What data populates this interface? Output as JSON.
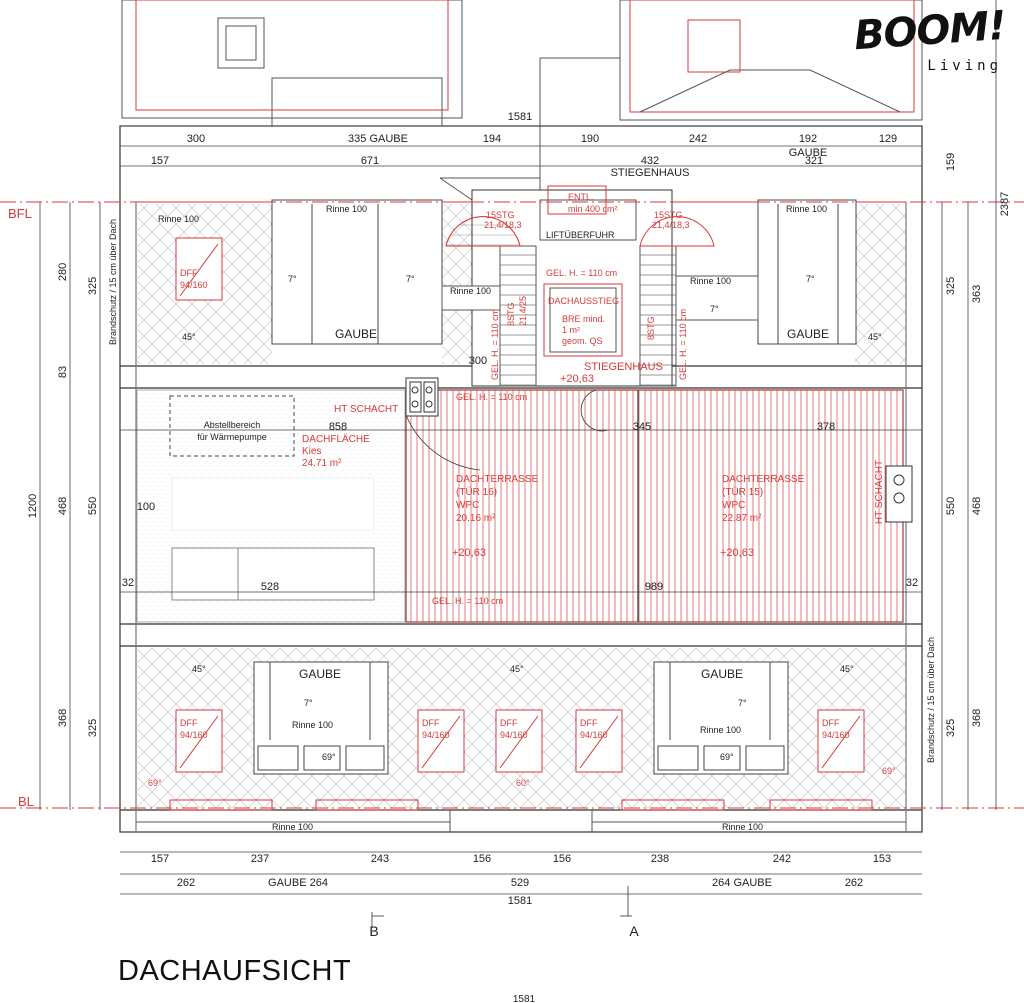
{
  "logo": {
    "main": "BOOM!",
    "sub": "Living"
  },
  "drawing_title": "DACHAUFSICHT",
  "top_cut_label": "1581",
  "dims": {
    "top_total": "1581",
    "top_row1": [
      "300",
      "335 GAUBE",
      "194",
      "190",
      "242",
      "192",
      "129"
    ],
    "top_row2": [
      "157",
      "671",
      "432",
      "GAUBE",
      "321"
    ],
    "bottom_row1": [
      "157",
      "237",
      "243",
      "156",
      "156",
      "238",
      "242",
      "153"
    ],
    "bottom_row2": [
      "262",
      "GAUBE 264",
      "529",
      "264 GAUBE",
      "262"
    ],
    "bottom_total": "1581",
    "left_outer": [
      "280",
      "83",
      "1200",
      "368"
    ],
    "left_inner": [
      "325",
      "468",
      "550",
      "325"
    ],
    "right_inner": [
      "325",
      "550",
      "325"
    ],
    "right_outer": [
      "363",
      "468",
      "368"
    ],
    "right_top": [
      "159",
      "2387"
    ],
    "mid_h": [
      "858",
      "345",
      "378",
      "528",
      "989",
      "100",
      "32",
      "32",
      "300"
    ]
  },
  "levels": {
    "upper": "BFL",
    "lower": "BL"
  },
  "sections": {
    "b": "B",
    "a": "A"
  },
  "vertical_notes": {
    "fire": "Brandschutz / 15 cm über Dach",
    "shaft": "HT SCHACHT"
  },
  "labels": {
    "stiegenhaus": "STIEGENHAUS",
    "entl": "ENTL.",
    "entl2": "min 400 cm²",
    "lift": "LIFTÜBERFUHR",
    "gel": "GEL. H. = 110 cm",
    "dachausstieg": "DACHAUSSTIEG",
    "bre1": "BRE mind.",
    "bre2": "1 m²",
    "bre3": "geom. QS",
    "stieg_right": "STIEGENHAUS",
    "level_20": "+20,63",
    "ht_schacht": "HT SCHACHT",
    "rinne": "Rinne 100",
    "gaube": "GAUBE",
    "dff": "DFF",
    "dff2": "94/160",
    "stg_left": "15STG",
    "stg_left2": "21,4/18,3",
    "stg_right": "15STG",
    "stg_right2": "21,4/18,3",
    "stg_mid": "8STG",
    "stg_mid2": "21,4/25",
    "abstell1": "Abstellbereich",
    "abstell2": "für Wärmepumpe",
    "dachflaeche": "DACHFLÄCHE",
    "kies": "Kies",
    "kies_area": "24.71 m²",
    "terrace_left": [
      "DACHTERRASSE",
      "(TÜR 16)",
      "WPC",
      "20.16 m²"
    ],
    "terrace_right": [
      "DACHTERRASSE",
      "(TÜR 15)",
      "WPC",
      "22.87 m²"
    ],
    "slope7": "7°",
    "slope45": "45°",
    "slope69": "69°",
    "slope60": "60°"
  }
}
